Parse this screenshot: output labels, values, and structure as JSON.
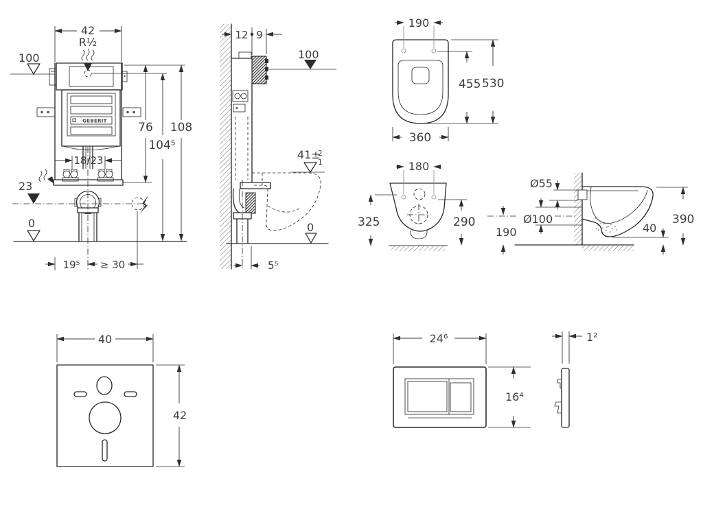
{
  "brand": "GEBERIT",
  "frame_front": {
    "width": "42",
    "supply_thread": "R½",
    "level_supply": "100",
    "height_flush_bend": "76",
    "height_frame": "108",
    "height_supply": "104⁵",
    "bolt_spacing": "18/23",
    "level_outlet": "23",
    "level_floor": "0",
    "outlet_offset": "19⁵",
    "outlet_min": "≥ 30"
  },
  "frame_side": {
    "depth_frame": "12",
    "depth_box": "9",
    "level_supply": "100",
    "pan_height": "41±",
    "pan_height_plus": "2",
    "pan_height_minus": "1",
    "level_floor": "0",
    "outlet_depth": "5⁵"
  },
  "pan_top": {
    "hole_spacing": "190",
    "depth_to_holes": "455",
    "depth_total": "530",
    "width": "360"
  },
  "pan_front": {
    "hole_spacing": "180",
    "height_left": "325",
    "height_right": "290"
  },
  "pan_side": {
    "flush_dia": "Ø55",
    "outlet_dia": "Ø100",
    "outlet_height": "190",
    "bottom_gap": "40",
    "height": "390"
  },
  "mat": {
    "width": "40",
    "height": "42"
  },
  "plate_front": {
    "width": "24⁶",
    "height": "16⁴"
  },
  "plate_side": {
    "thickness": "1²"
  }
}
